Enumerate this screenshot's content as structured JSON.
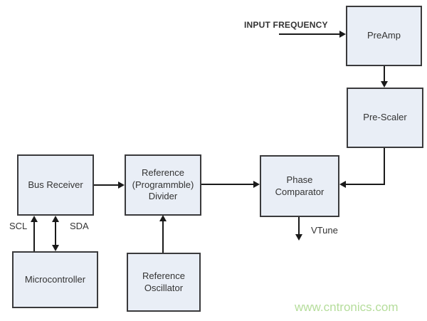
{
  "diagram": {
    "description": "PLL frequency synthesizer block diagram"
  },
  "blocks": {
    "preamp": {
      "label": "PreAmp"
    },
    "prescaler": {
      "label": "Pre-Scaler"
    },
    "phase_comparator": {
      "label": "Phase\nComparator"
    },
    "reference_divider": {
      "label": "Reference\n(Programmble)\nDivider"
    },
    "bus_receiver": {
      "label": "Bus Receiver"
    },
    "microcontroller": {
      "label": "Microcontroller"
    },
    "reference_oscillator": {
      "label": "Reference\nOscillator"
    }
  },
  "labels": {
    "input_frequency": "INPUT FREQUENCY",
    "scl": "SCL",
    "sda": "SDA",
    "vtune": "VTune"
  },
  "watermark": "www.cntronics.com",
  "connections": [
    {
      "from": "input_frequency",
      "to": "preamp",
      "direction": "right"
    },
    {
      "from": "preamp",
      "to": "prescaler",
      "direction": "down"
    },
    {
      "from": "prescaler",
      "to": "phase_comparator",
      "direction": "down-then-left"
    },
    {
      "from": "reference_divider",
      "to": "phase_comparator",
      "direction": "right"
    },
    {
      "from": "bus_receiver",
      "to": "reference_divider",
      "direction": "right"
    },
    {
      "from": "microcontroller",
      "to": "bus_receiver",
      "label": "SCL",
      "direction": "up"
    },
    {
      "from": "bus_receiver",
      "to": "microcontroller",
      "label": "SDA",
      "direction": "bidirectional"
    },
    {
      "from": "reference_oscillator",
      "to": "reference_divider",
      "direction": "up"
    },
    {
      "from": "phase_comparator",
      "to": "vtune",
      "direction": "down"
    }
  ],
  "colors": {
    "block_fill": "#e9eef6",
    "block_border": "#3a3a3c",
    "line": "#1a1a1a",
    "text": "#333333",
    "watermark": "#b5dd9b"
  }
}
